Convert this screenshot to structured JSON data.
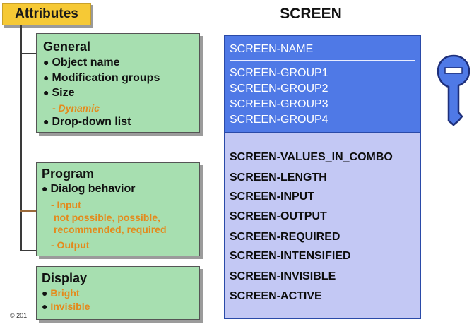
{
  "attributes": {
    "title": "Attributes"
  },
  "general": {
    "title": "General",
    "items": [
      "Object name",
      "Modification groups",
      "Size",
      "Drop-down list"
    ],
    "size_sub": "- Dynamic"
  },
  "program": {
    "title": "Program",
    "item": "Dialog behavior",
    "input_label": "- Input",
    "input_values_1": "not possible, possible,",
    "input_values_2": "recommended, required",
    "output_label": "- Output"
  },
  "display": {
    "title": "Display",
    "items": [
      "Bright",
      "Invisible"
    ]
  },
  "screen": {
    "title": "SCREEN",
    "top_fields": [
      "SCREEN-NAME",
      "SCREEN-GROUP1",
      "SCREEN-GROUP2",
      "SCREEN-GROUP3",
      "SCREEN-GROUP4"
    ],
    "bottom_fields": [
      "SCREEN-VALUES_IN_COMBO",
      "SCREEN-LENGTH",
      "SCREEN-INPUT",
      "SCREEN-OUTPUT",
      "SCREEN-REQUIRED",
      "SCREEN-INTENSIFIED",
      "SCREEN-INVISIBLE",
      "SCREEN-ACTIVE"
    ]
  },
  "key_icon": "key-icon",
  "copyright": "© 201",
  "colors": {
    "header": "#f6c935",
    "green_box": "#a7dfb0",
    "orange_text": "#e48a1c",
    "screen_top": "#4f79e6",
    "screen_bottom": "#c3c8f4",
    "key": "#4f79e6"
  }
}
